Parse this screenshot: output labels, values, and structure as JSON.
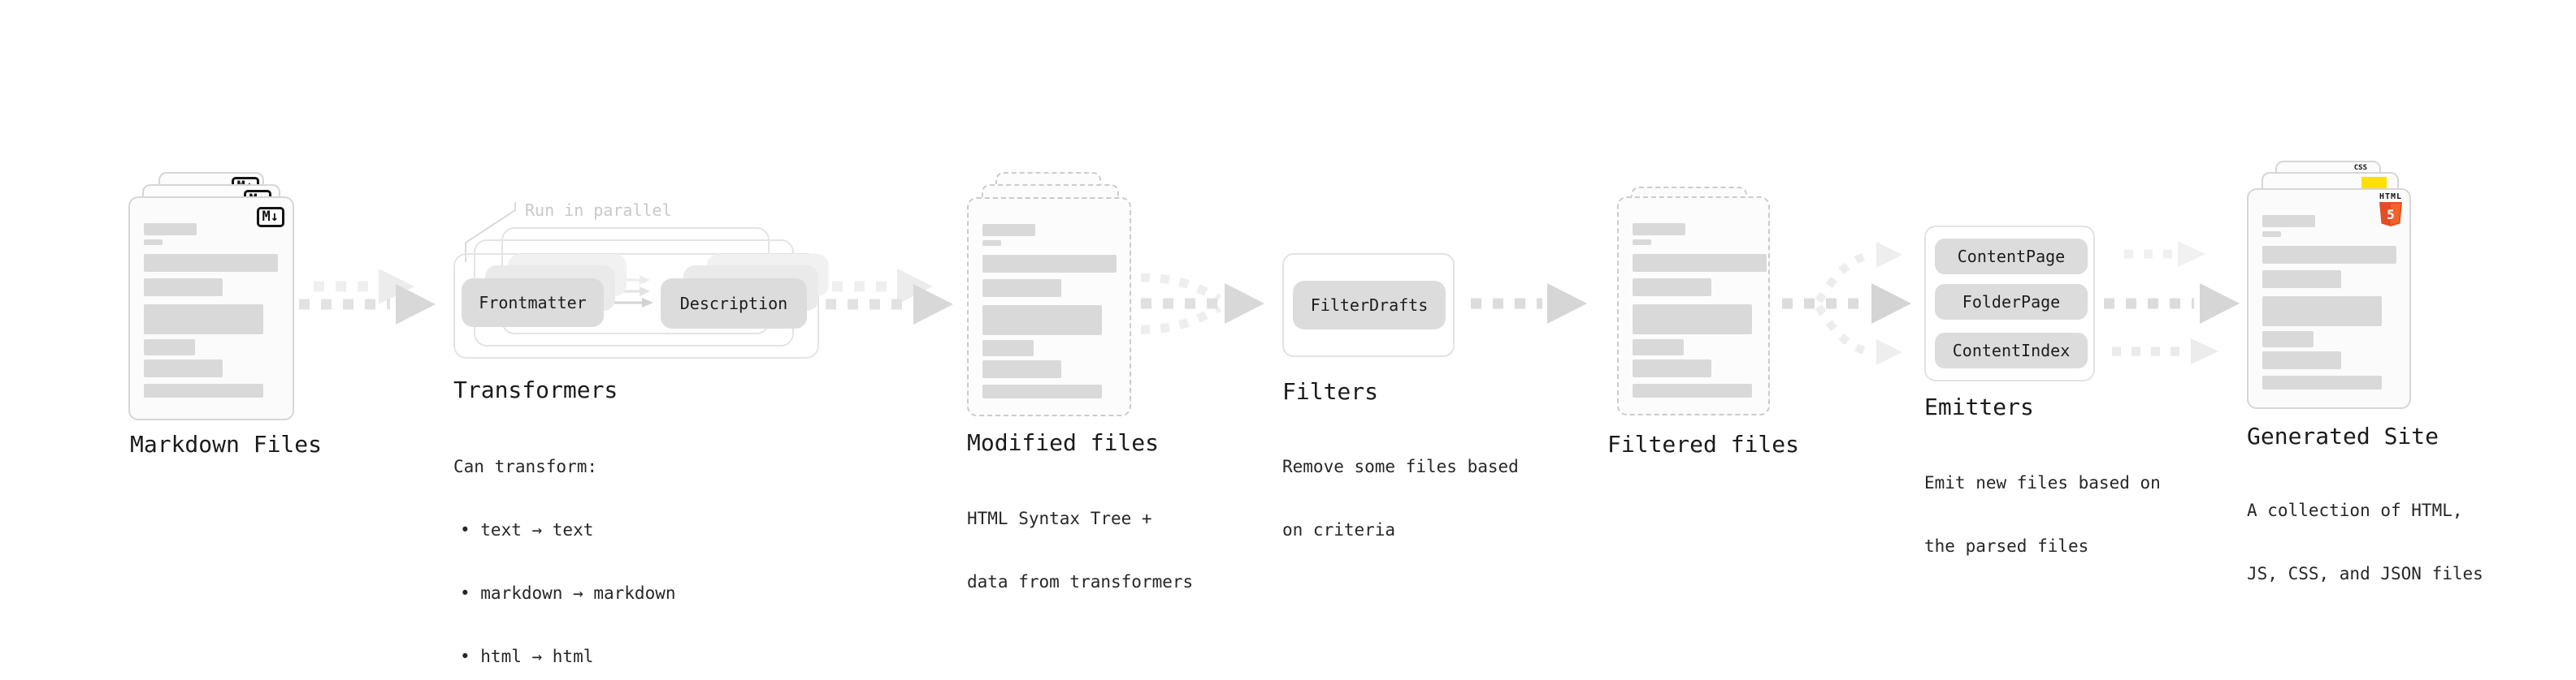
{
  "diagram": {
    "title_context": "static site generation pipeline",
    "stage_markdown": {
      "label": "Markdown Files",
      "file_badge": "M↓"
    },
    "stage_transformers": {
      "label": "Transformers",
      "annotation": "Run in parallel",
      "pill_left": "Frontmatter",
      "pill_right": "Description",
      "desc_title": "Can transform:",
      "bullets": [
        "• text → text",
        "• markdown → markdown",
        "• html → html"
      ]
    },
    "stage_modified": {
      "label": "Modified files",
      "desc": [
        "HTML Syntax Tree +",
        "data from transformers"
      ]
    },
    "stage_filters": {
      "label": "Filters",
      "pill": "FilterDrafts",
      "desc": [
        "Remove some files based",
        "on criteria"
      ]
    },
    "stage_filtered": {
      "label": "Filtered files"
    },
    "stage_emitters": {
      "label": "Emitters",
      "pills": [
        "ContentPage",
        "FolderPage",
        "ContentIndex"
      ],
      "desc": [
        "Emit new files based on",
        "the parsed files"
      ]
    },
    "stage_generated": {
      "label": "Generated Site",
      "desc": [
        "A collection of HTML,",
        "JS, CSS, and JSON files"
      ],
      "css_badge": "CSS",
      "html_badge_title": "HTML",
      "html_badge_number": "5"
    },
    "colors": {
      "html5_orange": "#e44d26",
      "html5_orange_light": "#f16529",
      "js_yellow": "#ffe000",
      "css_blue": "#2965f1",
      "bar_gray": "#d9d9d9",
      "pill_gray": "#dcdcdc"
    }
  }
}
